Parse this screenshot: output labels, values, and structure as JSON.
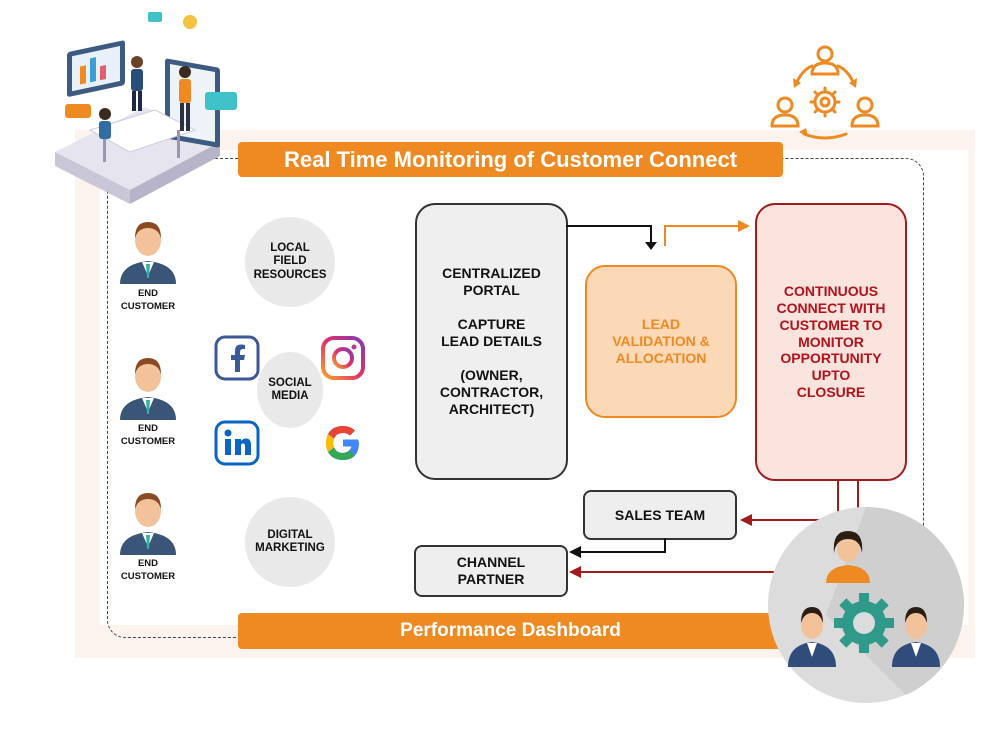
{
  "title": "Real Time Monitoring of Customer Connect",
  "footer": "Performance Dashboard",
  "end_customer_label": "END\nCUSTOMER",
  "sources": {
    "local": "LOCAL\nFIELD\nRESOURCES",
    "social": "SOCIAL\nMEDIA",
    "digital": "DIGITAL\nMARKETING"
  },
  "social_icons": [
    "facebook-icon",
    "instagram-icon",
    "linkedin-icon",
    "google-icon"
  ],
  "portal": "CENTRALIZED\nPORTAL\n\nCAPTURE\nLEAD DETAILS\n\n(OWNER,\nCONTRACTOR,\nARCHITECT)",
  "lead": "LEAD\nVALIDATION &\nALLOCATION",
  "connect": "CONTINUOUS\nCONNECT WITH\nCUSTOMER TO\nMONITOR\nOPPORTUNITY\nUPTO\nCLOSURE",
  "sales_team": "SALES TEAM",
  "channel_partner": "CHANNEL\nPARTNER",
  "colors": {
    "orange": "#ef8a23",
    "dark_red": "#a11c1c",
    "grey": "#efefef"
  }
}
